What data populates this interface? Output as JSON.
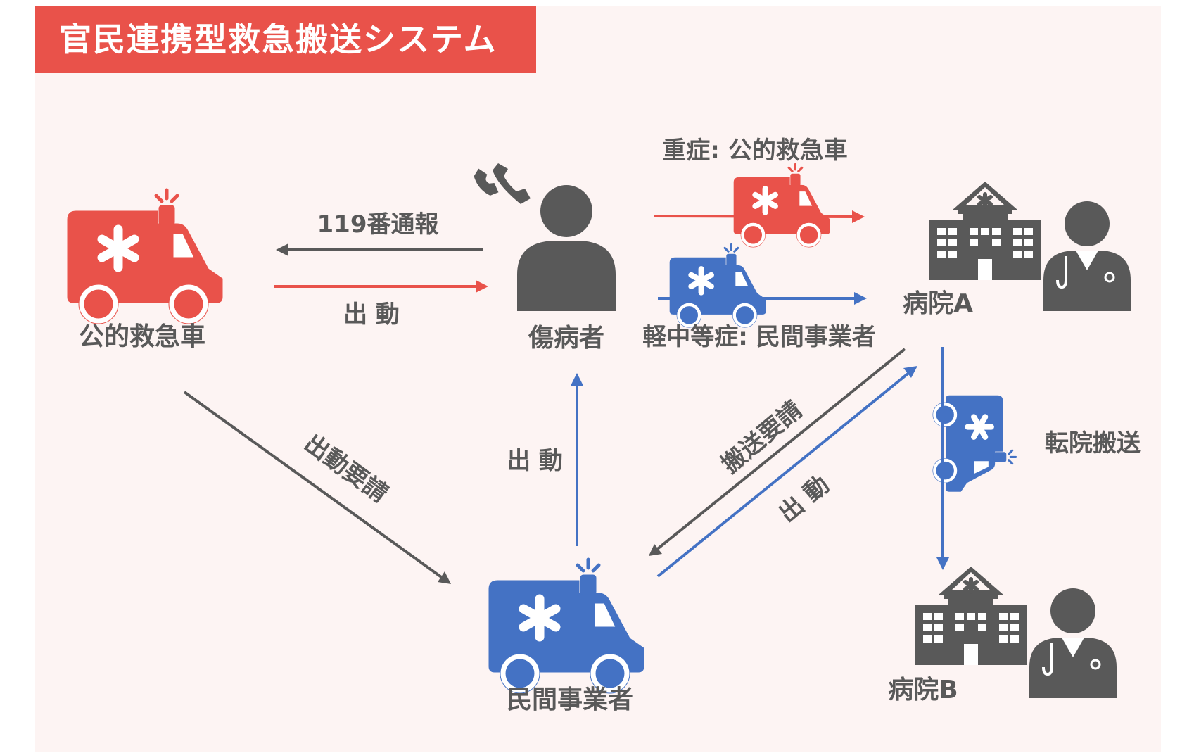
{
  "title": "官民連携型救急搬送システム",
  "nodes": {
    "public_ambulance": "公的救急車",
    "patient": "傷病者",
    "private_operator": "民間事業者",
    "hospital_a": "病院A",
    "hospital_b": "病院B"
  },
  "edges": {
    "call_119": "119番通報",
    "dispatch_public": "出 動",
    "dispatch_request": "出動要請",
    "dispatch_private": "出 動",
    "transport_request": "搬送要請",
    "dispatch_hospital": "出 動",
    "transfer": "転院搬送"
  },
  "routes": {
    "severe": "重症: 公的救急車",
    "mild": "軽中等症: 民間事業者"
  },
  "colors": {
    "red": "#e9524a",
    "blue": "#4472c4",
    "gray": "#595959",
    "background": "#fdf4f3"
  }
}
